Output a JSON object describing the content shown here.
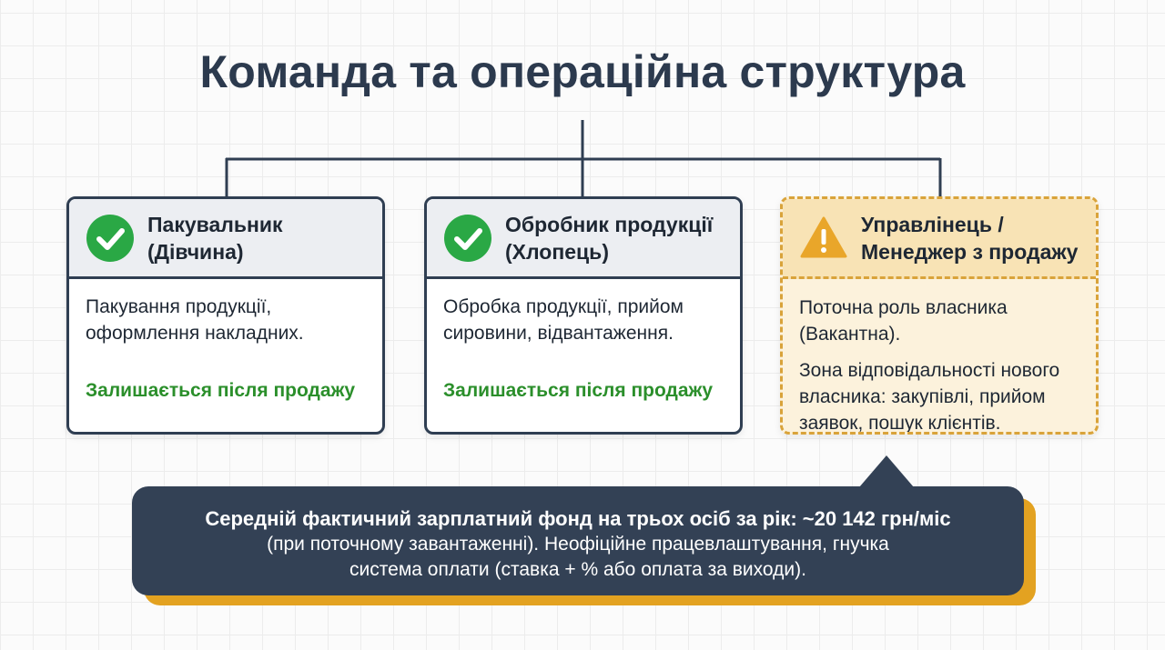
{
  "title": "Команда та операційна структура",
  "colors": {
    "navy": "#2f3e52",
    "success": "#2b8f2b",
    "warning": "#d9a33a",
    "bubble": "#334155",
    "accent": "#e3a221"
  },
  "roles": [
    {
      "icon": "check-circle-icon",
      "title_line1": "Пакувальник",
      "title_line2": "(Дівчина)",
      "desc_line1": "Пакування продукції,",
      "desc_line2": "оформлення накладних.",
      "status": "Залишається після продажу"
    },
    {
      "icon": "check-circle-icon",
      "title_line1": "Обробник продукції",
      "title_line2": "(Хлопець)",
      "desc_line1": "Обробка продукції, прийом",
      "desc_line2": "сировини, відвантаження.",
      "status": "Залишається після продажу"
    },
    {
      "icon": "warning-triangle-icon",
      "title_line1": "Управлінець /",
      "title_line2": "Менеджер з продажу",
      "desc1_line1": "Поточна роль власника",
      "desc1_line2": "(Вакантна).",
      "desc2_line1": "Зона відповідальності нового",
      "desc2_line2": "власника: закупівлі, прийом",
      "desc2_line3": "заявок, пошук клієнтів."
    }
  ],
  "summary": {
    "main": "Середній фактичний зарплатний фонд на трьох осіб за рік: ~20 142 грн/міс",
    "sub_line1": "(при поточному завантаженні). Неофіційне працевлаштування, гнучка",
    "sub_line2": "система оплати (ставка + % або оплата за виходи)."
  }
}
